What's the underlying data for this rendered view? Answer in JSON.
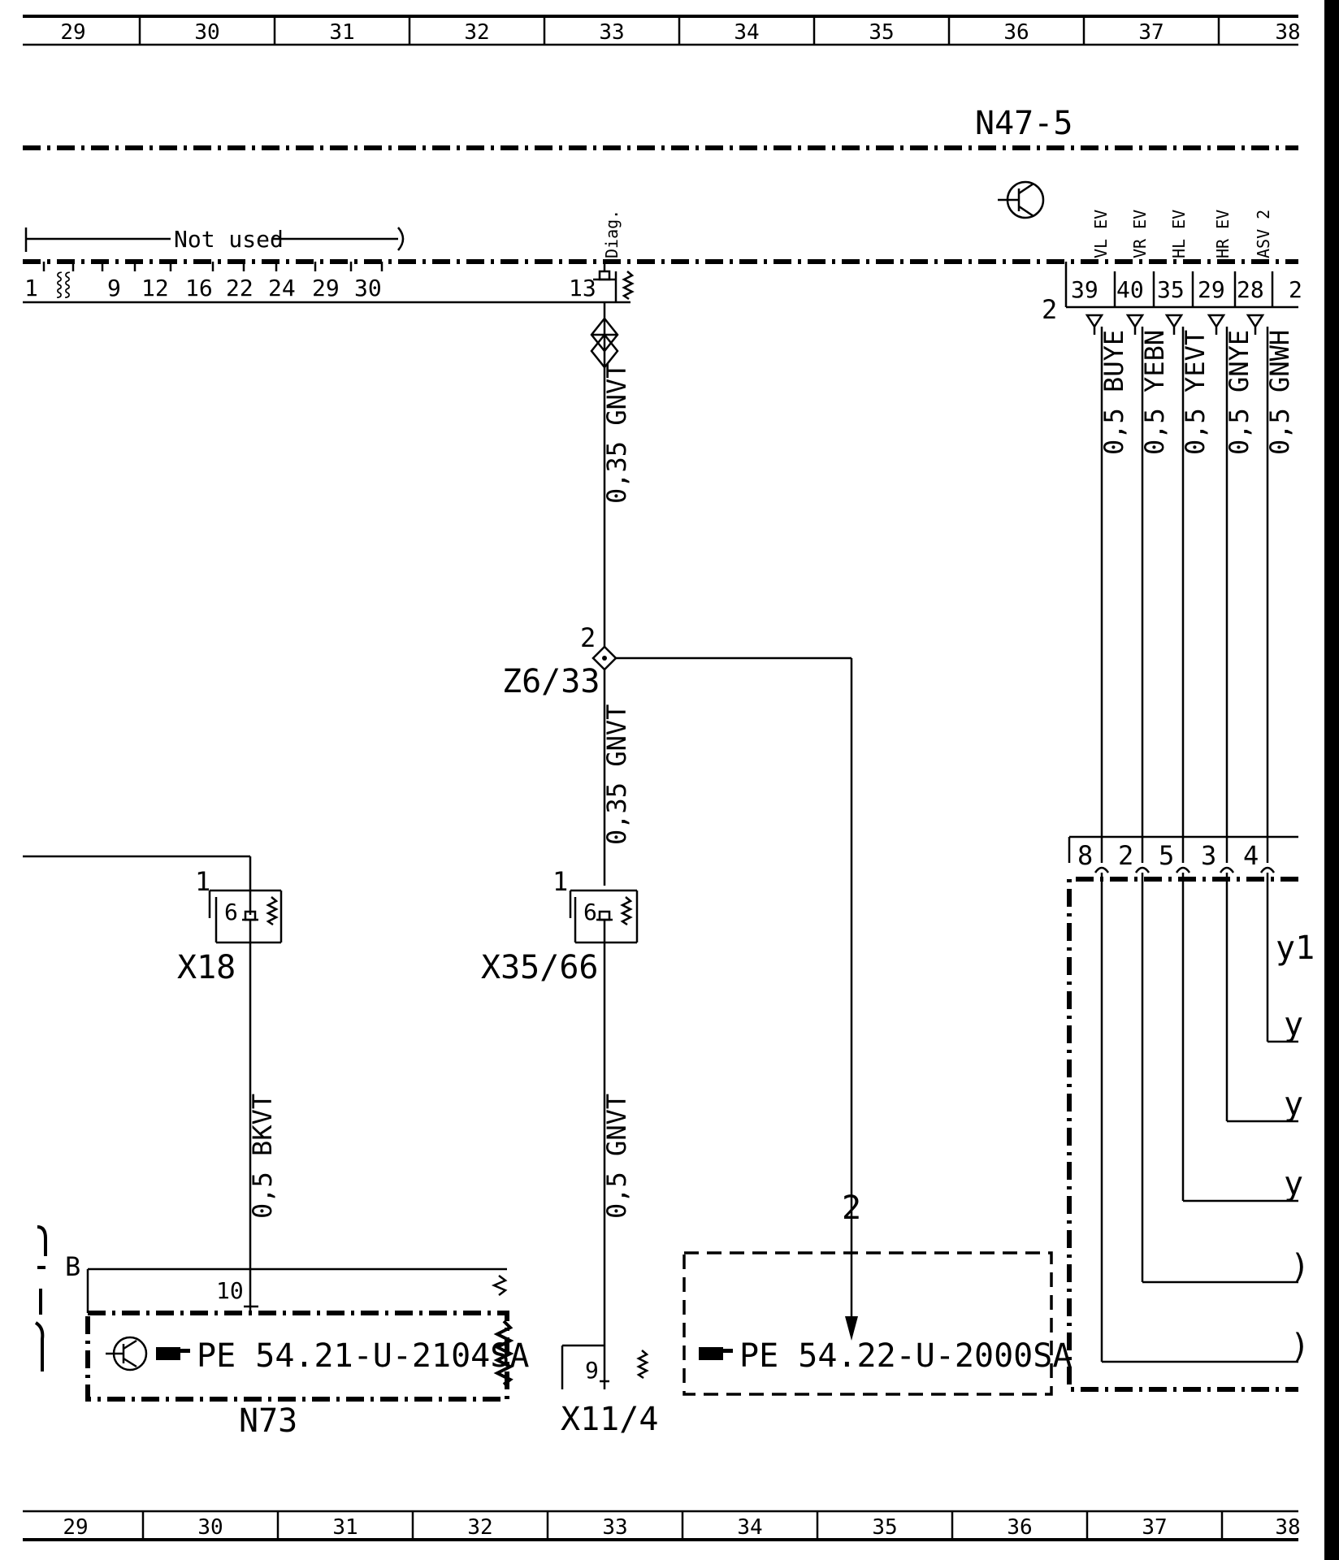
{
  "grid": {
    "top": [
      "29",
      "30",
      "31",
      "32",
      "33",
      "34",
      "35",
      "36",
      "37",
      "38"
    ],
    "bottom": [
      "29",
      "30",
      "31",
      "32",
      "33",
      "34",
      "35",
      "36",
      "37",
      "38"
    ]
  },
  "module": {
    "name": "N47-5",
    "not_used_label": "Not used",
    "left_pins": [
      "1",
      "⸾⸾",
      "9",
      "12",
      "16",
      "22",
      "24",
      "29",
      "30"
    ],
    "diag_label": "Diag.",
    "diag_pin": "13",
    "connector_id": "2",
    "right_pins": [
      "39",
      "40",
      "35",
      "29",
      "28",
      "2"
    ],
    "right_pin_labels": [
      "VL EV",
      "VR EV",
      "HL EV",
      "HR EV",
      "ASV 2"
    ]
  },
  "wires": {
    "diag_upper": "0,35 GNVT",
    "diag_lower": "0,35 GNVT",
    "x35_lower": "0,5 GNVT",
    "x18_lower": "0,5 BKVT",
    "right": [
      "0,5 BUYE",
      "0,5 YEBN",
      "0,5 YEVT",
      "0,5 GNYE",
      "0,5 GNWH"
    ]
  },
  "splice": {
    "name": "Z6/33",
    "pin": "2"
  },
  "connectors": {
    "x18": {
      "name": "X18",
      "pin_group": "1",
      "pin": "6"
    },
    "x35": {
      "name": "X35/66",
      "pin_group": "1",
      "pin": "6"
    },
    "x11": {
      "name": "X11/4",
      "pin": "9"
    }
  },
  "n73": {
    "name": "N73",
    "ref": "PE 54.21-U-2104SA",
    "pin": "10",
    "bus": "B"
  },
  "ref_box": {
    "ref": "PE 54.22-U-2000SA",
    "arrow_label": "2"
  },
  "valve_block": {
    "pins": [
      "8",
      "2",
      "5",
      "3",
      "4"
    ],
    "labels": [
      "y1",
      "y",
      "y",
      "y",
      ")",
      ")"
    ]
  }
}
